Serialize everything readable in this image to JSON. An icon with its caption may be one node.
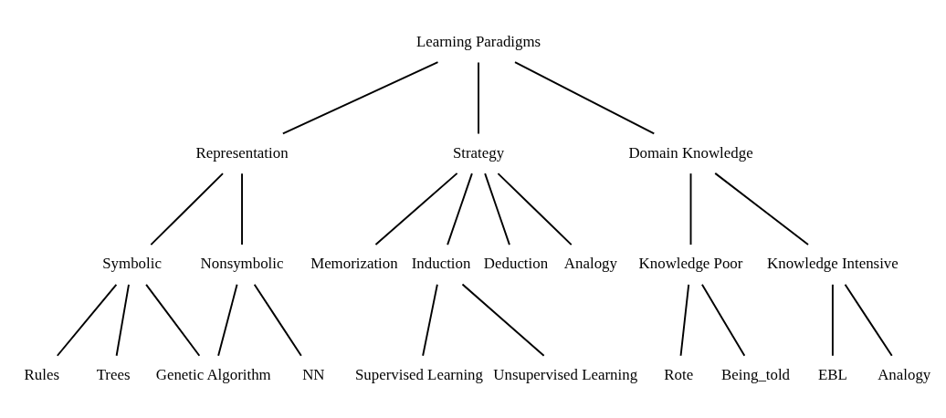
{
  "diagram": {
    "nodes": [
      {
        "text": [
          "Learning Paradigms"
        ]
      },
      {
        "text": [
          "Representation"
        ]
      },
      {
        "text": [
          "Strategy"
        ]
      },
      {
        "text": [
          "Domain Knowledge"
        ]
      },
      {
        "text": [
          "Symbolic"
        ]
      },
      {
        "text": [
          "Nonsymbolic"
        ]
      },
      {
        "text": [
          "Memorization"
        ]
      },
      {
        "text": [
          "Induction"
        ]
      },
      {
        "text": [
          "Deduction"
        ]
      },
      {
        "text": [
          "Analogy"
        ]
      },
      {
        "text": [
          "Knowledge Poor"
        ]
      },
      {
        "text": [
          "Knowledge Intensive"
        ]
      },
      {
        "text": [
          "Rules"
        ]
      },
      {
        "text": [
          "Trees"
        ]
      },
      {
        "text": [
          "Genetic Algorithm"
        ]
      },
      {
        "text": [
          "NN"
        ]
      },
      {
        "text": [
          "Supervised Learning"
        ]
      },
      {
        "text": [
          "Unsupervised Learning"
        ]
      },
      {
        "text": [
          "Rote"
        ]
      },
      {
        "text": [
          "Being_told"
        ]
      },
      {
        "text": [
          "EBL"
        ]
      },
      {
        "text": [
          "Analogy"
        ]
      }
    ],
    "edges": [
      {
        "from": 0,
        "to": 1,
        "arrow": "none"
      },
      {
        "from": 0,
        "to": 2,
        "arrow": "none"
      },
      {
        "from": 0,
        "to": 3,
        "arrow": "none"
      },
      {
        "from": 1,
        "to": 4,
        "arrow": "none"
      },
      {
        "from": 1,
        "to": 5,
        "arrow": "none"
      },
      {
        "from": 2,
        "to": 6,
        "arrow": "none"
      },
      {
        "from": 2,
        "to": 7,
        "arrow": "none"
      },
      {
        "from": 2,
        "to": 8,
        "arrow": "none"
      },
      {
        "from": 2,
        "to": 9,
        "arrow": "none"
      },
      {
        "from": 3,
        "to": 10,
        "arrow": "none"
      },
      {
        "from": 3,
        "to": 11,
        "arrow": "none"
      },
      {
        "from": 4,
        "to": 12,
        "arrow": "none"
      },
      {
        "from": 4,
        "to": 13,
        "arrow": "none"
      },
      {
        "from": 4,
        "to": 14,
        "arrow": "none"
      },
      {
        "from": 5,
        "to": 14,
        "arrow": "none"
      },
      {
        "from": 5,
        "to": 15,
        "arrow": "none"
      },
      {
        "from": 7,
        "to": 16,
        "arrow": "none"
      },
      {
        "from": 7,
        "to": 17,
        "arrow": "none"
      },
      {
        "from": 10,
        "to": 18,
        "arrow": "none"
      },
      {
        "from": 10,
        "to": 19,
        "arrow": "none"
      },
      {
        "from": 11,
        "to": 20,
        "arrow": "none"
      },
      {
        "from": 11,
        "to": 21,
        "arrow": "none"
      }
    ]
  }
}
